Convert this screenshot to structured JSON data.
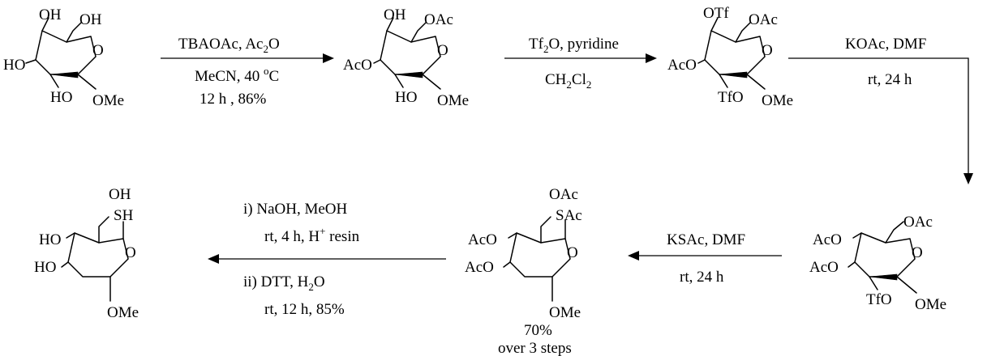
{
  "molecules": [
    {
      "id": "methyl-galactoside",
      "labels": {
        "top_left": "OH",
        "top_right": "OH",
        "left": "HO",
        "bottom": "HO",
        "bottom_right": "OMe",
        "ring": "O"
      }
    },
    {
      "id": "6-O-acetyl-galactoside",
      "labels": {
        "top_left": "OH",
        "top_right": "OAc",
        "left": "AcO",
        "bottom": "HO",
        "bottom_right": "OMe",
        "ring": "O"
      }
    },
    {
      "id": "bis-triflate",
      "labels": {
        "top_left": "OTf",
        "top_right": "OAc",
        "left": "AcO",
        "bottom": "TfO",
        "bottom_right": "OMe",
        "ring": "O"
      }
    },
    {
      "id": "glucose-triflate",
      "labels": {
        "top_right": "OAc",
        "left_upper": "AcO",
        "left_lower": "AcO",
        "bottom": "TfO",
        "bottom_right": "OMe",
        "ring": "O"
      }
    },
    {
      "id": "thioacetate",
      "labels": {
        "top_right": "OAc",
        "axial": "SAc",
        "left_upper": "AcO",
        "left_lower": "AcO",
        "bottom_right": "OMe",
        "ring": "O"
      }
    },
    {
      "id": "thiol-product",
      "labels": {
        "top": "OH",
        "axial": "SH",
        "left_upper": "HO",
        "left_lower": "HO",
        "bottom_right": "OMe",
        "ring": "O"
      }
    }
  ],
  "steps": [
    {
      "id": "step1",
      "above": {
        "main": "TBAOAc, Ac",
        "sub": "2",
        "tail": "O"
      },
      "below": [
        "MeCN, 40 ",
        "12 h , 86%"
      ],
      "below_sup": "o",
      "below_tail": "C"
    },
    {
      "id": "step2",
      "above": {
        "main": "Tf",
        "sub": "2",
        "tail": "O, pyridine"
      },
      "below": {
        "a": "CH",
        "s1": "2",
        "b": "Cl",
        "s2": "2"
      }
    },
    {
      "id": "step3",
      "above": "KOAc, DMF",
      "below": "rt, 24 h"
    },
    {
      "id": "step4",
      "above": "KSAc, DMF",
      "below": "rt, 24 h"
    },
    {
      "id": "step5",
      "line1": "i) NaOH, MeOH",
      "line2": {
        "main": "rt, 4 h, H",
        "sup": "+",
        "tail": " resin"
      },
      "line3": "ii) DTT, H",
      "line3_sub": "2",
      "line3_tail": "O",
      "line4": "rt, 12 h, 85%"
    }
  ],
  "yield_note": {
    "value": "70%",
    "detail": "over 3 steps"
  }
}
